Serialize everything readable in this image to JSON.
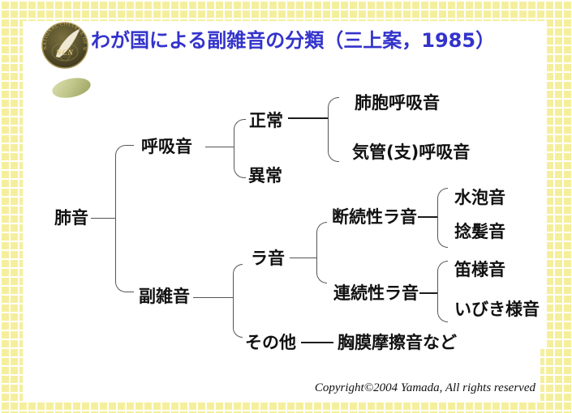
{
  "slide": {
    "title": "わが国による副雑音の分類（三上案，1985）",
    "copyright": "Copyright©2004 Yamada, All rights reserved"
  },
  "logo": {
    "ring_text": "NATIONAL COLLEGE OF NURSING",
    "abbr": "NCN"
  },
  "tree": {
    "root": "肺音",
    "breath_sounds": "呼吸音",
    "adventitious_sounds": "副雑音",
    "normal": "正常",
    "abnormal": "異常",
    "vesicular": "肺胞呼吸音",
    "bronchial": "気管(支)呼吸音",
    "rales": "ラ音",
    "others": "その他",
    "discontinuous_rales": "断続性ラ音",
    "continuous_rales": "連続性ラ音",
    "coarse_crackles": "水泡音",
    "fine_crackles": "捻髪音",
    "wheezes": "笛様音",
    "rhonchi": "いびき様音",
    "pleural_friction": "胸膜摩擦音など"
  },
  "colors": {
    "title_blue": "#3333cc",
    "tile_yellow": "#f5ef9d",
    "line_gray": "#555555",
    "logo_dark_olive": "#4a4226",
    "logo_gold": "#c9b36a"
  }
}
